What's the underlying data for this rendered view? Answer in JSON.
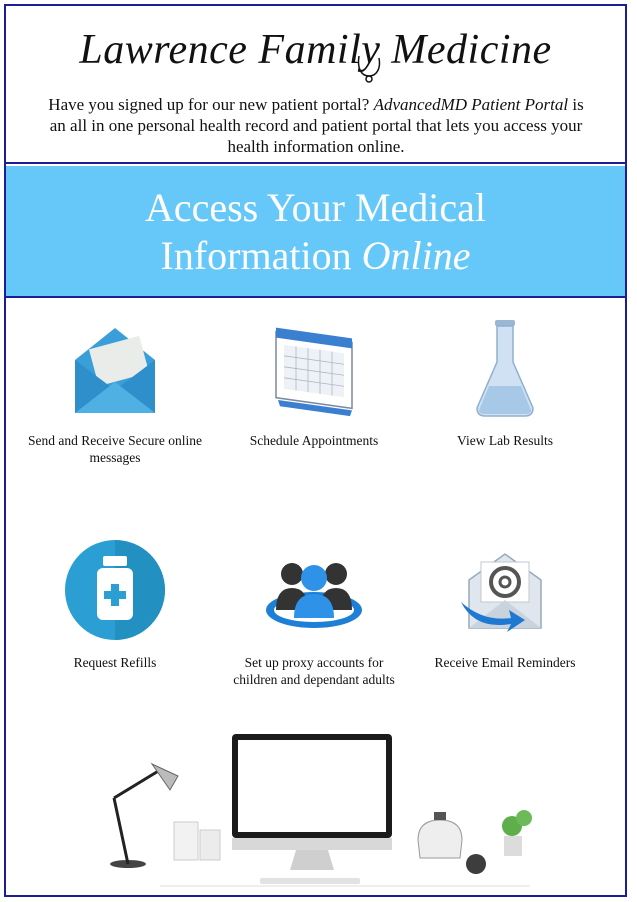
{
  "header": {
    "title": "Lawrence Family Medicine",
    "intro_part1": "Have you signed up for our new patient portal? ",
    "intro_italic": "AdvancedMD Patient Portal",
    "intro_part2": " is an all in one personal health record and patient portal that lets you access your health information online."
  },
  "banner": {
    "line1": "Access Your Medical",
    "line2_plain": "Information ",
    "line2_italic": "Online"
  },
  "features": {
    "messages": "Send and Receive Secure online messages",
    "appointments": "Schedule Appointments",
    "lab": "View Lab Results",
    "refills": "Request Refills",
    "proxy": "Set up proxy accounts for children and dependant adults",
    "email": "Receive Email Reminders"
  },
  "icons": [
    "envelope-icon",
    "calendar-icon",
    "flask-icon",
    "medicine-bottle-icon",
    "people-group-icon",
    "email-at-icon"
  ],
  "colors": {
    "border": "#1d1d9a",
    "banner": "#66c8f8"
  }
}
